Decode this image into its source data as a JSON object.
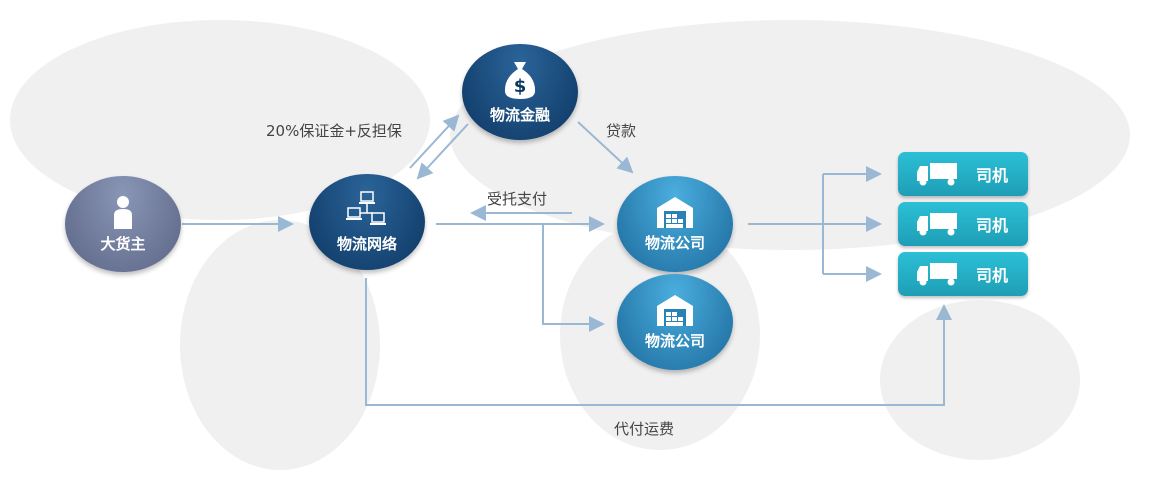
{
  "nodes": {
    "cargo_owner": {
      "label": "大货主",
      "icon": "person-icon"
    },
    "logistics_network": {
      "label": "物流网络",
      "icon": "network-computers-icon"
    },
    "logistics_finance": {
      "label": "物流金融",
      "icon": "money-bag-icon"
    },
    "logistics_company_1": {
      "label": "物流公司",
      "icon": "warehouse-icon"
    },
    "logistics_company_2": {
      "label": "物流公司",
      "icon": "warehouse-icon"
    }
  },
  "drivers": [
    {
      "label": "司机",
      "icon": "truck-icon"
    },
    {
      "label": "司机",
      "icon": "truck-icon"
    },
    {
      "label": "司机",
      "icon": "truck-icon"
    }
  ],
  "edge_labels": {
    "guarantee": "20%保证金+反担保",
    "loan": "贷款",
    "entrusted_payment": "受托支付",
    "freight_payment": "代付运费"
  },
  "colors": {
    "arrow": "#9ab8d4",
    "navy": "#0d3763",
    "teal": "#1e9eb6"
  }
}
